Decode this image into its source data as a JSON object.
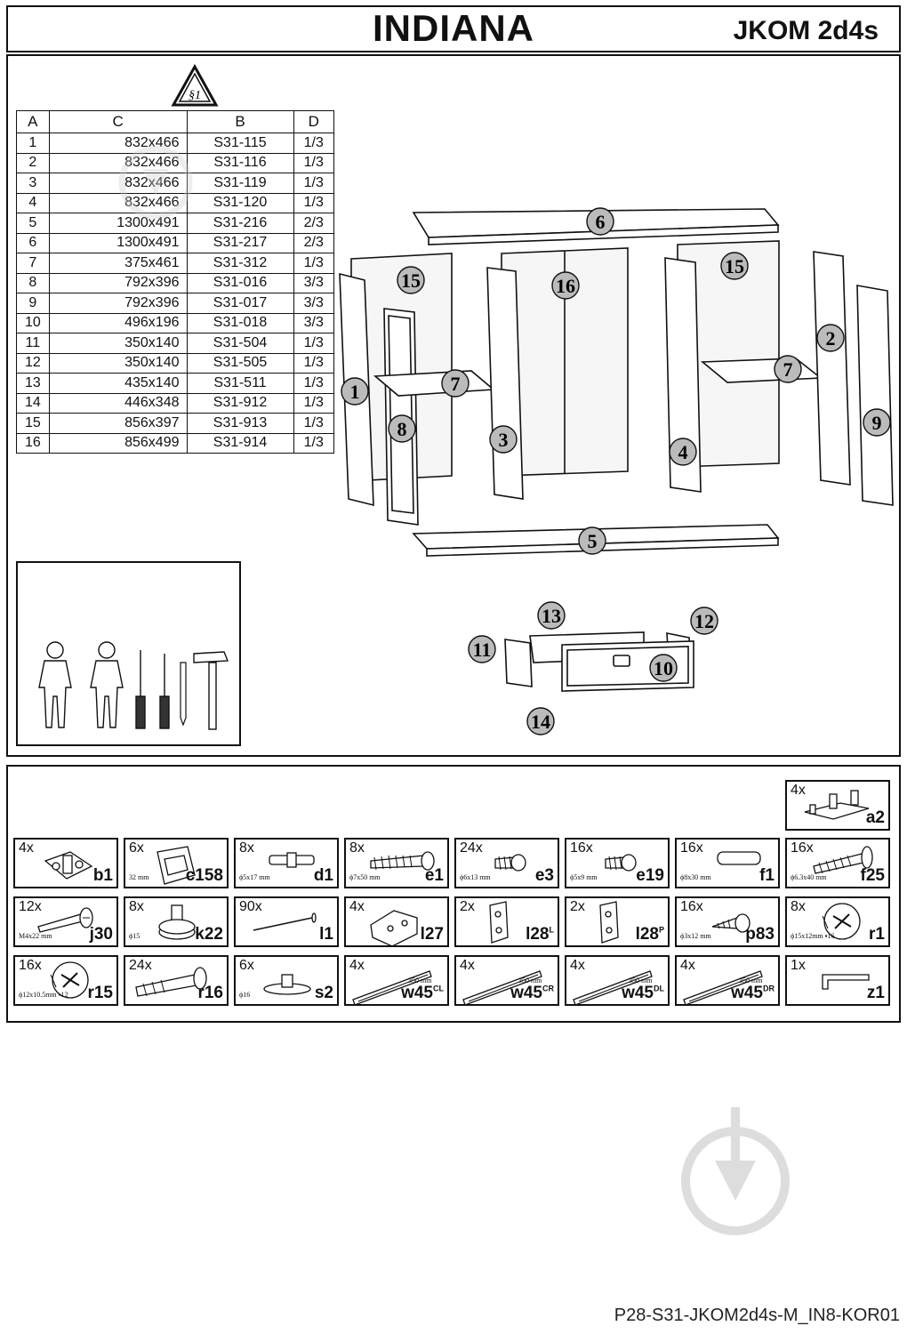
{
  "header": {
    "title": "INDIANA",
    "model": "JKOM 2d4s"
  },
  "warning_label": "§1",
  "parts_table": {
    "columns": [
      "A",
      "C",
      "B",
      "D"
    ],
    "rows": [
      [
        "1",
        "832x466",
        "S31-115",
        "1/3"
      ],
      [
        "2",
        "832x466",
        "S31-116",
        "1/3"
      ],
      [
        "3",
        "832x466",
        "S31-119",
        "1/3"
      ],
      [
        "4",
        "832x466",
        "S31-120",
        "1/3"
      ],
      [
        "5",
        "1300x491",
        "S31-216",
        "2/3"
      ],
      [
        "6",
        "1300x491",
        "S31-217",
        "2/3"
      ],
      [
        "7",
        "375x461",
        "S31-312",
        "1/3"
      ],
      [
        "8",
        "792x396",
        "S31-016",
        "3/3"
      ],
      [
        "9",
        "792x396",
        "S31-017",
        "3/3"
      ],
      [
        "10",
        "496x196",
        "S31-018",
        "3/3"
      ],
      [
        "11",
        "350x140",
        "S31-504",
        "1/3"
      ],
      [
        "12",
        "350x140",
        "S31-505",
        "1/3"
      ],
      [
        "13",
        "435x140",
        "S31-511",
        "1/3"
      ],
      [
        "14",
        "446x348",
        "S31-912",
        "1/3"
      ],
      [
        "15",
        "856x397",
        "S31-913",
        "1/3"
      ],
      [
        "16",
        "856x499",
        "S31-914",
        "1/3"
      ]
    ]
  },
  "callouts": [
    "6",
    "15",
    "16",
    "15",
    "2",
    "1",
    "7",
    "7",
    "8",
    "3",
    "4",
    "9",
    "5",
    "13",
    "12",
    "11",
    "10",
    "14"
  ],
  "hardware": [
    {
      "qty": "4x",
      "code": "a2",
      "sup": "",
      "dim": "",
      "icon": "bracket"
    },
    {
      "qty": "4x",
      "code": "b1",
      "sup": "",
      "dim": "",
      "icon": "hinge-plate"
    },
    {
      "qty": "6x",
      "code": "c158",
      "sup": "",
      "dim": "32 mm",
      "icon": "handle"
    },
    {
      "qty": "8x",
      "code": "d1",
      "sup": "",
      "dim": "ϕ5x17 mm",
      "icon": "pin"
    },
    {
      "qty": "8x",
      "code": "e1",
      "sup": "",
      "dim": "ϕ7x50 mm",
      "icon": "confirmat-screw"
    },
    {
      "qty": "24x",
      "code": "e3",
      "sup": "",
      "dim": "ϕ6x13 mm",
      "icon": "short-screw"
    },
    {
      "qty": "16x",
      "code": "e19",
      "sup": "",
      "dim": "ϕ5x9 mm",
      "icon": "short-screw"
    },
    {
      "qty": "16x",
      "code": "f1",
      "sup": "",
      "dim": "ϕ8x30 mm",
      "icon": "dowel"
    },
    {
      "qty": "16x",
      "code": "f25",
      "sup": "",
      "dim": "ϕ6.3x40 mm",
      "icon": "long-screw"
    },
    {
      "qty": "12x",
      "code": "j30",
      "sup": "",
      "dim": "M4x22 mm",
      "icon": "bolt"
    },
    {
      "qty": "8x",
      "code": "k22",
      "sup": "",
      "dim": "ϕ15",
      "icon": "foot"
    },
    {
      "qty": "90x",
      "code": "l1",
      "sup": "",
      "dim": "",
      "icon": "nail"
    },
    {
      "qty": "4x",
      "code": "l27",
      "sup": "",
      "dim": "",
      "icon": "corner-plate"
    },
    {
      "qty": "2x",
      "code": "l28",
      "sup": "L",
      "dim": "",
      "icon": "angle-bracket"
    },
    {
      "qty": "2x",
      "code": "l28",
      "sup": "P",
      "dim": "",
      "icon": "angle-bracket"
    },
    {
      "qty": "16x",
      "code": "p83",
      "sup": "",
      "dim": "ϕ3x12 mm",
      "icon": "wood-screw"
    },
    {
      "qty": "8x",
      "code": "r1",
      "sup": "",
      "dim": "ϕ15x12mm  ▪16",
      "icon": "cam-lock"
    },
    {
      "qty": "16x",
      "code": "r15",
      "sup": "",
      "dim": "ϕ12x10.5mm  ▪12",
      "icon": "cam-lock"
    },
    {
      "qty": "24x",
      "code": "r16",
      "sup": "",
      "dim": "",
      "icon": "connector-bolt"
    },
    {
      "qty": "6x",
      "code": "s2",
      "sup": "",
      "dim": "ϕ16",
      "icon": "glide-pad"
    },
    {
      "qty": "4x",
      "code": "w45",
      "sup": "CL",
      "dim": "350 mm",
      "icon": "drawer-slide"
    },
    {
      "qty": "4x",
      "code": "w45",
      "sup": "CR",
      "dim": "350 mm",
      "icon": "drawer-slide"
    },
    {
      "qty": "4x",
      "code": "w45",
      "sup": "DL",
      "dim": "350 mm",
      "icon": "drawer-slide"
    },
    {
      "qty": "4x",
      "code": "w45",
      "sup": "DR",
      "dim": "350 mm",
      "icon": "drawer-slide"
    },
    {
      "qty": "1x",
      "code": "z1",
      "sup": "",
      "dim": "",
      "icon": "hex-key"
    }
  ],
  "footer": {
    "code": "P28-S31-JKOM2d4s-M_IN8-KOR01"
  }
}
